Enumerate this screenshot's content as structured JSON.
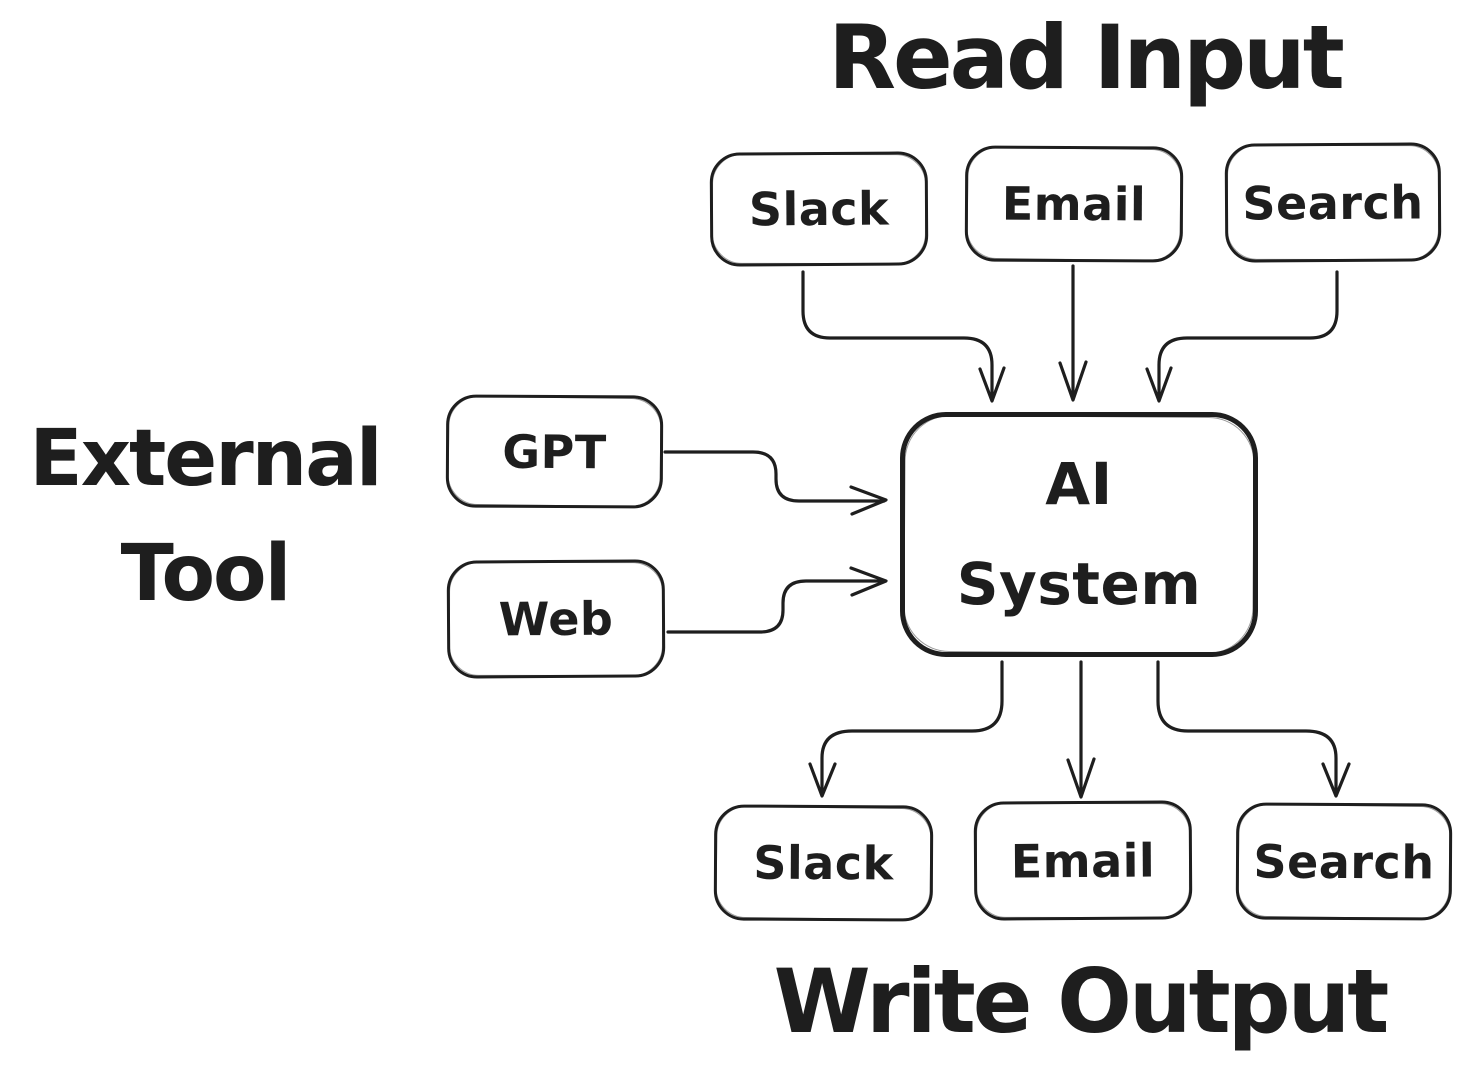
{
  "canvas": {
    "background": "#ffffff",
    "stroke_color": "#1e1e1e"
  },
  "titles": {
    "read_input": "Read Input",
    "write_output": "Write Output",
    "external_tool_line1": "External",
    "external_tool_line2": "Tool"
  },
  "nodes": {
    "input_slack": "Slack",
    "input_email": "Email",
    "input_search": "Search",
    "tool_gpt": "GPT",
    "tool_web": "Web",
    "ai_line1": "AI",
    "ai_line2": "System",
    "output_slack": "Slack",
    "output_email": "Email",
    "output_search": "Search"
  },
  "edges": [
    {
      "from": "input-slack",
      "to": "ai-system"
    },
    {
      "from": "input-email",
      "to": "ai-system"
    },
    {
      "from": "input-search",
      "to": "ai-system"
    },
    {
      "from": "tool-gpt",
      "to": "ai-system"
    },
    {
      "from": "tool-web",
      "to": "ai-system"
    },
    {
      "from": "ai-system",
      "to": "output-slack"
    },
    {
      "from": "ai-system",
      "to": "output-email"
    },
    {
      "from": "ai-system",
      "to": "output-search"
    }
  ]
}
